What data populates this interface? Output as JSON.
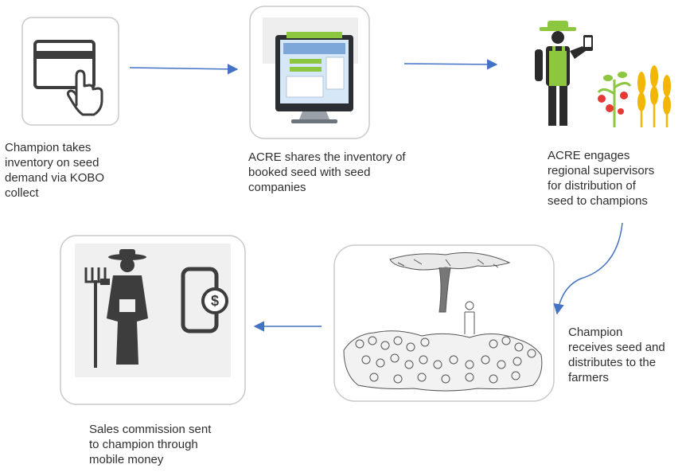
{
  "steps": [
    {
      "icon": "credit-card-tap-icon",
      "caption_lines": [
        "Champion takes",
        "inventory on seed",
        "demand via KOBO",
        "collect"
      ]
    },
    {
      "icon": "desktop-monitor-icon",
      "caption_lines": [
        "ACRE shares the inventory of",
        "booked seed with seed",
        "companies"
      ]
    },
    {
      "icon": "farmer-with-crops-icon",
      "caption_lines": [
        "ACRE engages",
        "regional supervisors",
        "for distribution of",
        "seed to champions"
      ]
    },
    {
      "icon": "community-meeting-sketch",
      "caption_lines": [
        "Champion",
        "receives seed and",
        "distributes to the",
        "farmers"
      ]
    },
    {
      "icon": "farmer-mobile-money-icon",
      "caption_lines": [
        "Sales commission sent",
        "to champion through",
        "mobile money"
      ]
    }
  ],
  "colors": {
    "arrow": "#4472c4",
    "box_border": "#c9c9c9",
    "icon_dark": "#3d3d3d",
    "green": "#8dc63f",
    "yellow": "#f2b705",
    "red": "#e53935"
  }
}
